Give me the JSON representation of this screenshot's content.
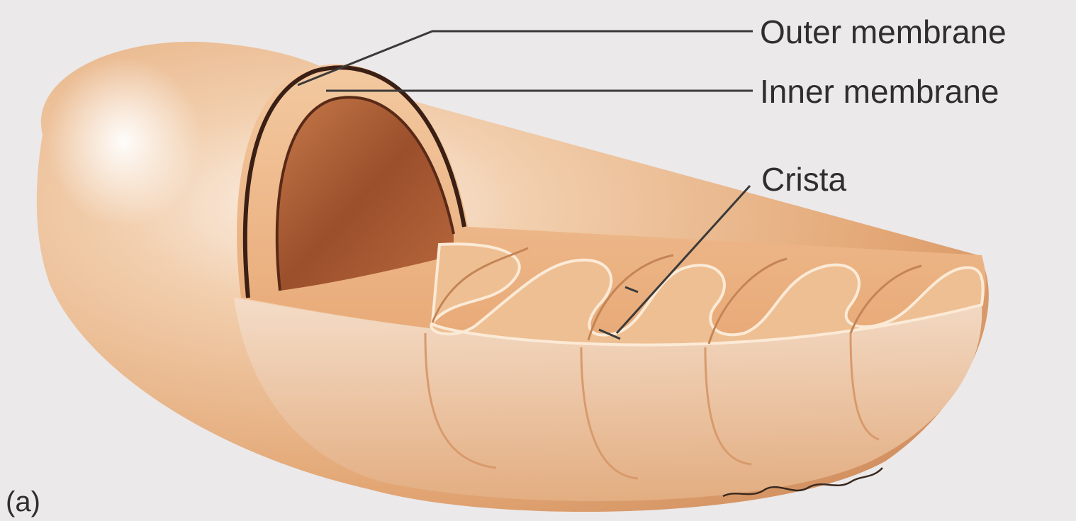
{
  "figure": {
    "panel_label": "(a)",
    "labels": {
      "outer_membrane": "Outer membrane",
      "inner_membrane": "Inner membrane",
      "crista": "Crista"
    }
  },
  "colors": {
    "background": "#ebe9ea",
    "outer_membrane": "#e9b58a",
    "outer_membrane_light": "#f6dcc4",
    "inner_membrane_edge": "#3a1f14",
    "matrix_interior": "#a85a32",
    "cristae_fold": "#eebf93",
    "cristae_edge": "#fbead6",
    "leader_line": "#3a3a3a"
  }
}
